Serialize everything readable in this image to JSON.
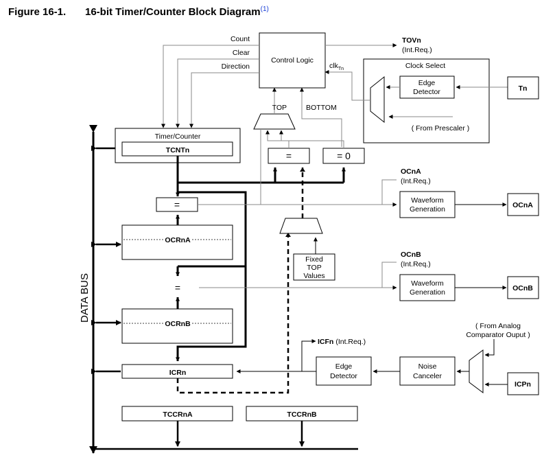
{
  "figure": {
    "number": "Figure 16-1.",
    "title": "16-bit Timer/Counter Block Diagram",
    "footnote_ref": "(1)"
  },
  "blocks": {
    "control_logic": "Control Logic",
    "timer_counter": "Timer/Counter",
    "tcntn": "TCNTn",
    "compare_eq": "=",
    "compare_zero": "= 0",
    "ocrna": "OCRnA",
    "ocrnb": "OCRnB",
    "icrn": "ICRn",
    "tccrna": "TCCRnA",
    "tccrnb": "TCCRnB",
    "waveform_a": [
      "Waveform",
      "Generation"
    ],
    "waveform_b": [
      "Waveform",
      "Generation"
    ],
    "edge_detector_icp": [
      "Edge",
      "Detector"
    ],
    "noise_canceler": [
      "Noise",
      "Canceler"
    ],
    "clock_select": "Clock Select",
    "edge_detector_clk": [
      "Edge",
      "Detector"
    ],
    "fixed_top": [
      "Fixed",
      "TOP",
      "Values"
    ]
  },
  "signals": {
    "count": "Count",
    "clear": "Clear",
    "direction": "Direction",
    "top": "TOP",
    "bottom": "BOTTOM",
    "clk": "clk",
    "clk_sub": "Tn",
    "tovn": "TOVn",
    "tovn_req": "(Int.Req.)",
    "ocna": "OCnA",
    "ocna_req": "(Int.Req.)",
    "ocnb": "OCnB",
    "ocnb_req": "(Int.Req.)",
    "icfn": "ICFn",
    "icfn_req": "(Int.Req.)",
    "from_prescaler": "( From Prescaler )",
    "from_analog": [
      "( From Analog",
      "Comparator Ouput )"
    ],
    "data_bus": "DATA BUS"
  },
  "pins": {
    "tn": "Tn",
    "ocna": "OCnA",
    "ocnb": "OCnB",
    "icpn": "ICPn"
  }
}
